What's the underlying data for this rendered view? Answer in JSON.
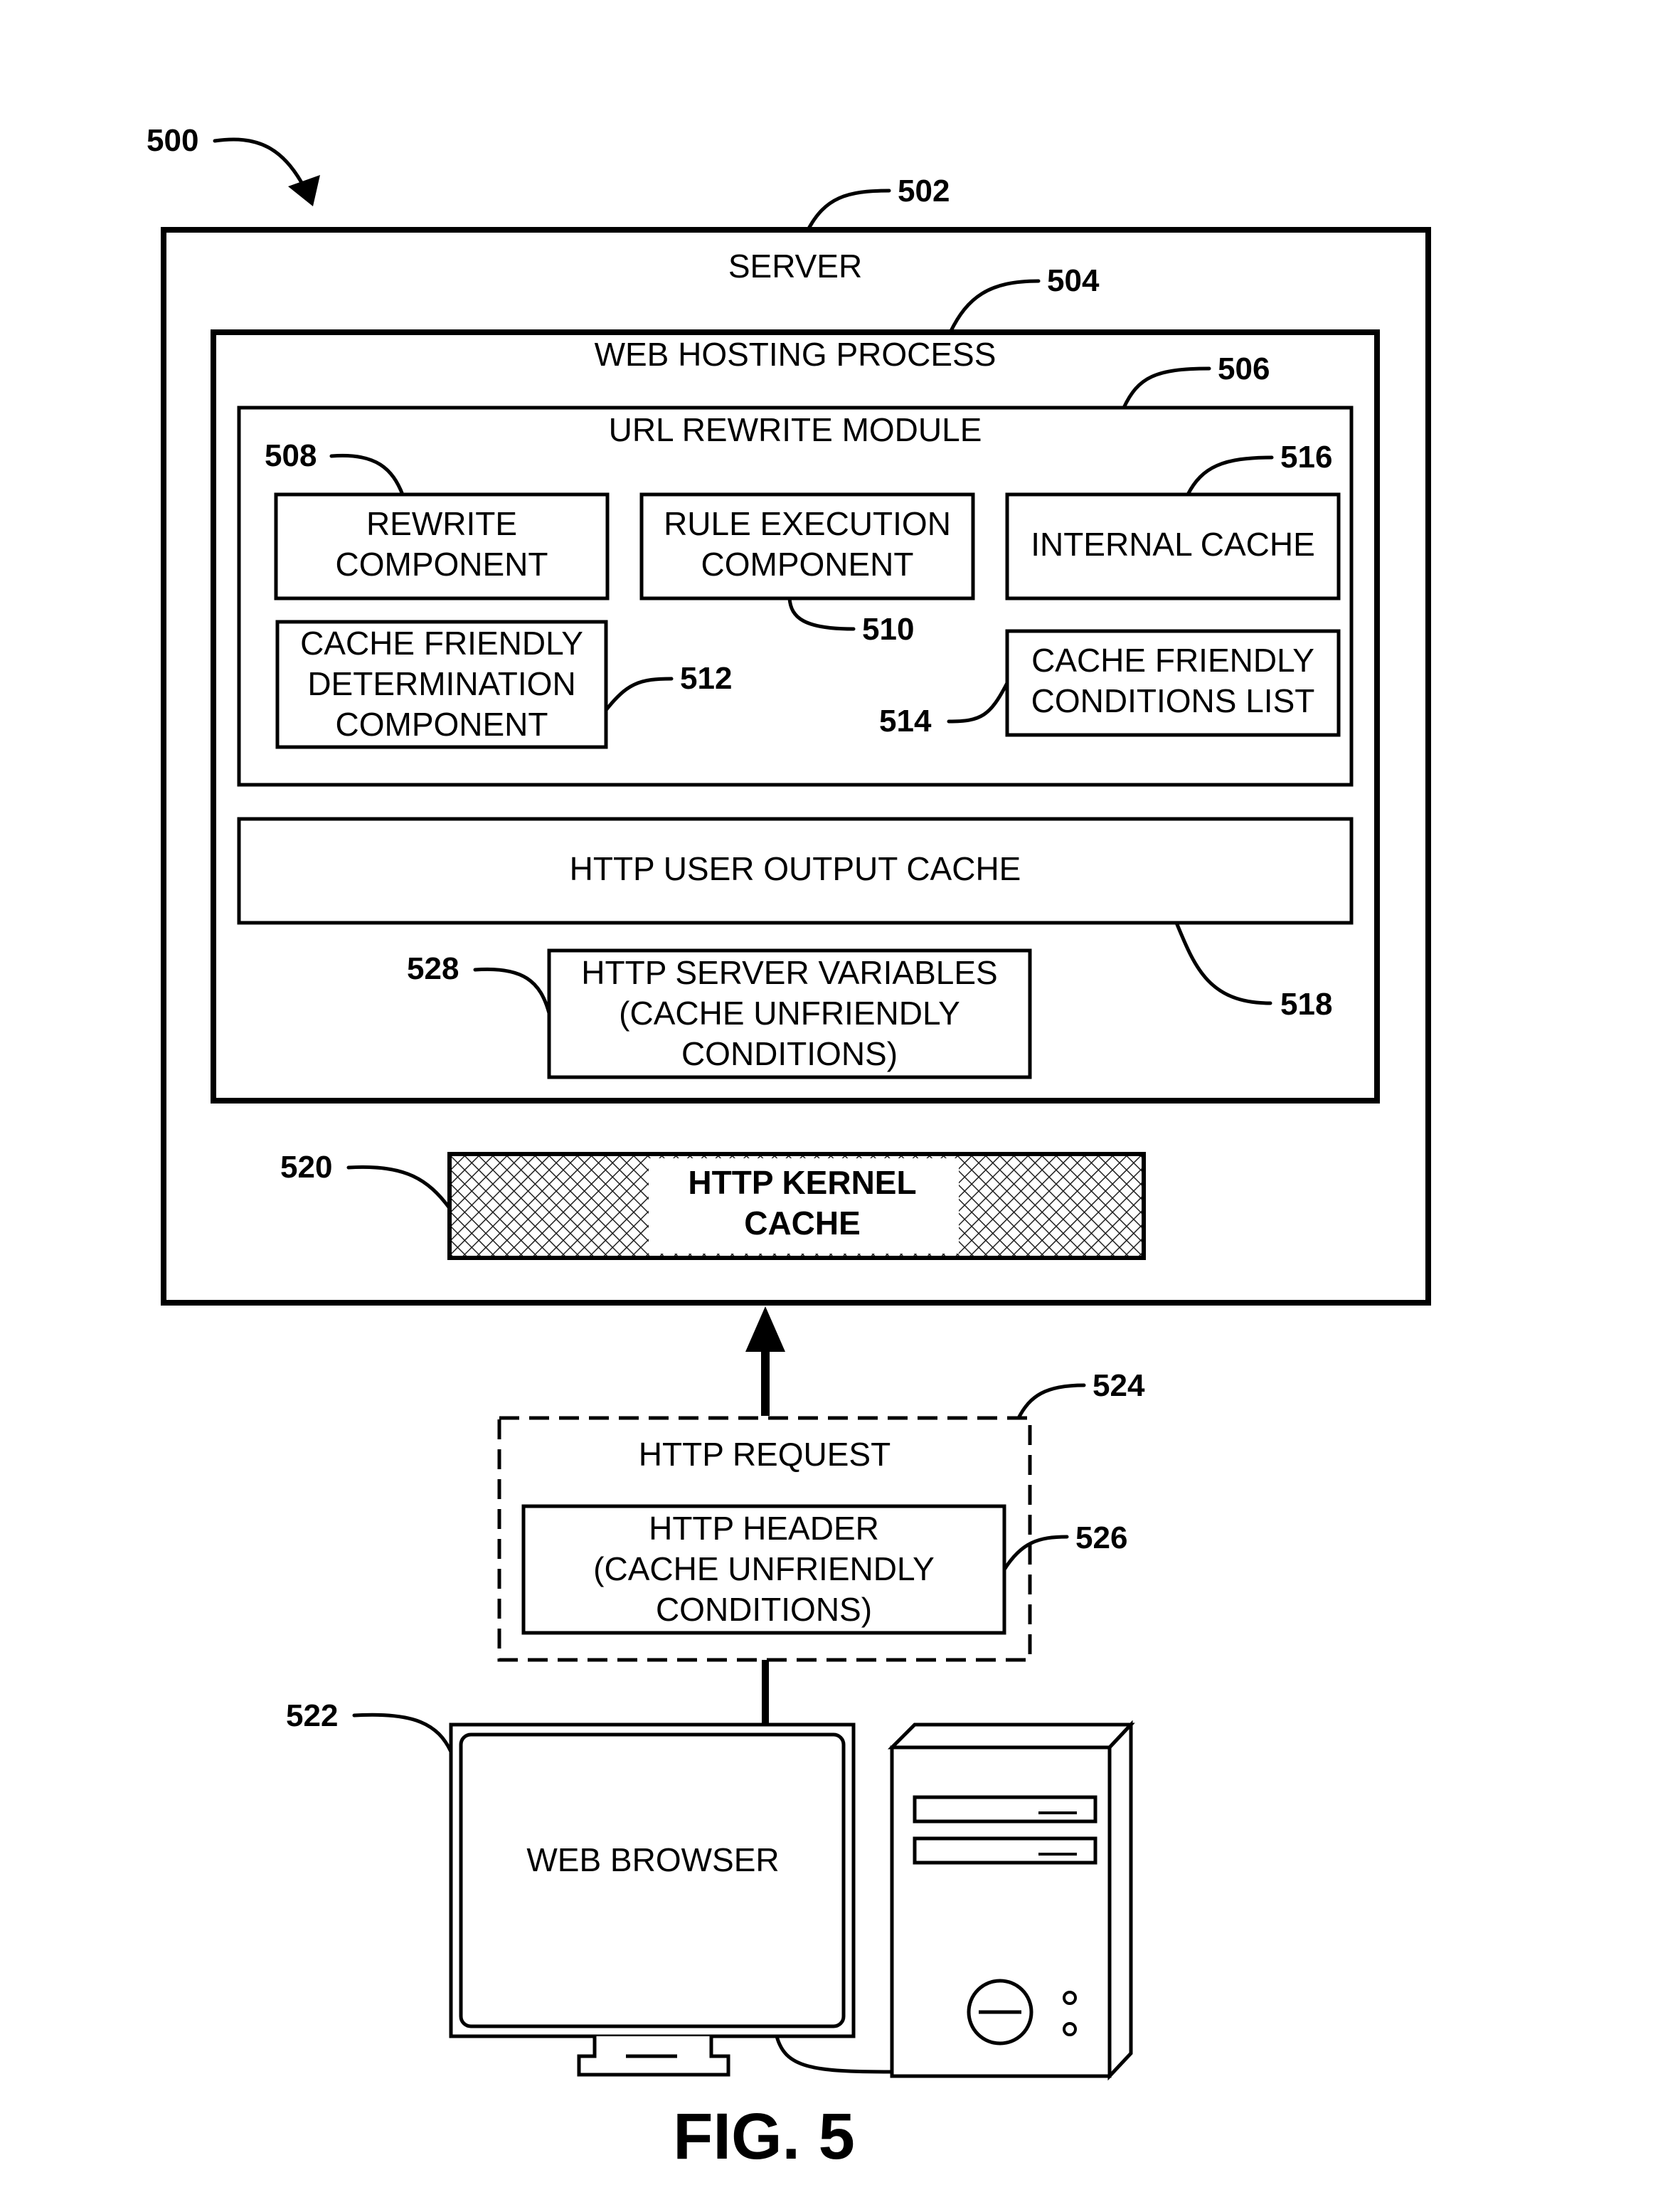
{
  "figure": {
    "ref": "500",
    "caption": "FIG. 5"
  },
  "server": {
    "ref": "502",
    "label": "SERVER",
    "web_hosting_process": {
      "ref": "504",
      "label": "WEB HOSTING PROCESS",
      "url_rewrite_module": {
        "ref": "506",
        "label": "URL REWRITE MODULE",
        "rewrite_component": {
          "ref": "508",
          "lines": [
            "REWRITE",
            "COMPONENT"
          ]
        },
        "rule_execution_component": {
          "ref": "510",
          "lines": [
            "RULE EXECUTION",
            "COMPONENT"
          ]
        },
        "internal_cache": {
          "ref": "516",
          "lines": [
            "INTERNAL CACHE"
          ]
        },
        "cache_friendly_determination_component": {
          "ref": "512",
          "lines": [
            "CACHE FRIENDLY",
            "DETERMINATION",
            "COMPONENT"
          ]
        },
        "cache_friendly_conditions_list": {
          "ref": "514",
          "lines": [
            "CACHE FRIENDLY",
            "CONDITIONS LIST"
          ]
        }
      },
      "http_user_output_cache": {
        "ref": "518",
        "label": "HTTP USER OUTPUT CACHE"
      },
      "http_server_variables": {
        "ref": "528",
        "lines": [
          "HTTP SERVER VARIABLES",
          "(CACHE UNFRIENDLY",
          "CONDITIONS)"
        ]
      }
    },
    "http_kernel_cache": {
      "ref": "520",
      "lines": [
        "HTTP KERNEL",
        "CACHE"
      ]
    }
  },
  "http_request": {
    "ref": "524",
    "label": "HTTP REQUEST",
    "http_header": {
      "ref": "526",
      "lines": [
        "HTTP HEADER",
        "(CACHE UNFRIENDLY",
        "CONDITIONS)"
      ]
    }
  },
  "client_computer": {
    "ref": "522",
    "web_browser_label": "WEB BROWSER"
  }
}
